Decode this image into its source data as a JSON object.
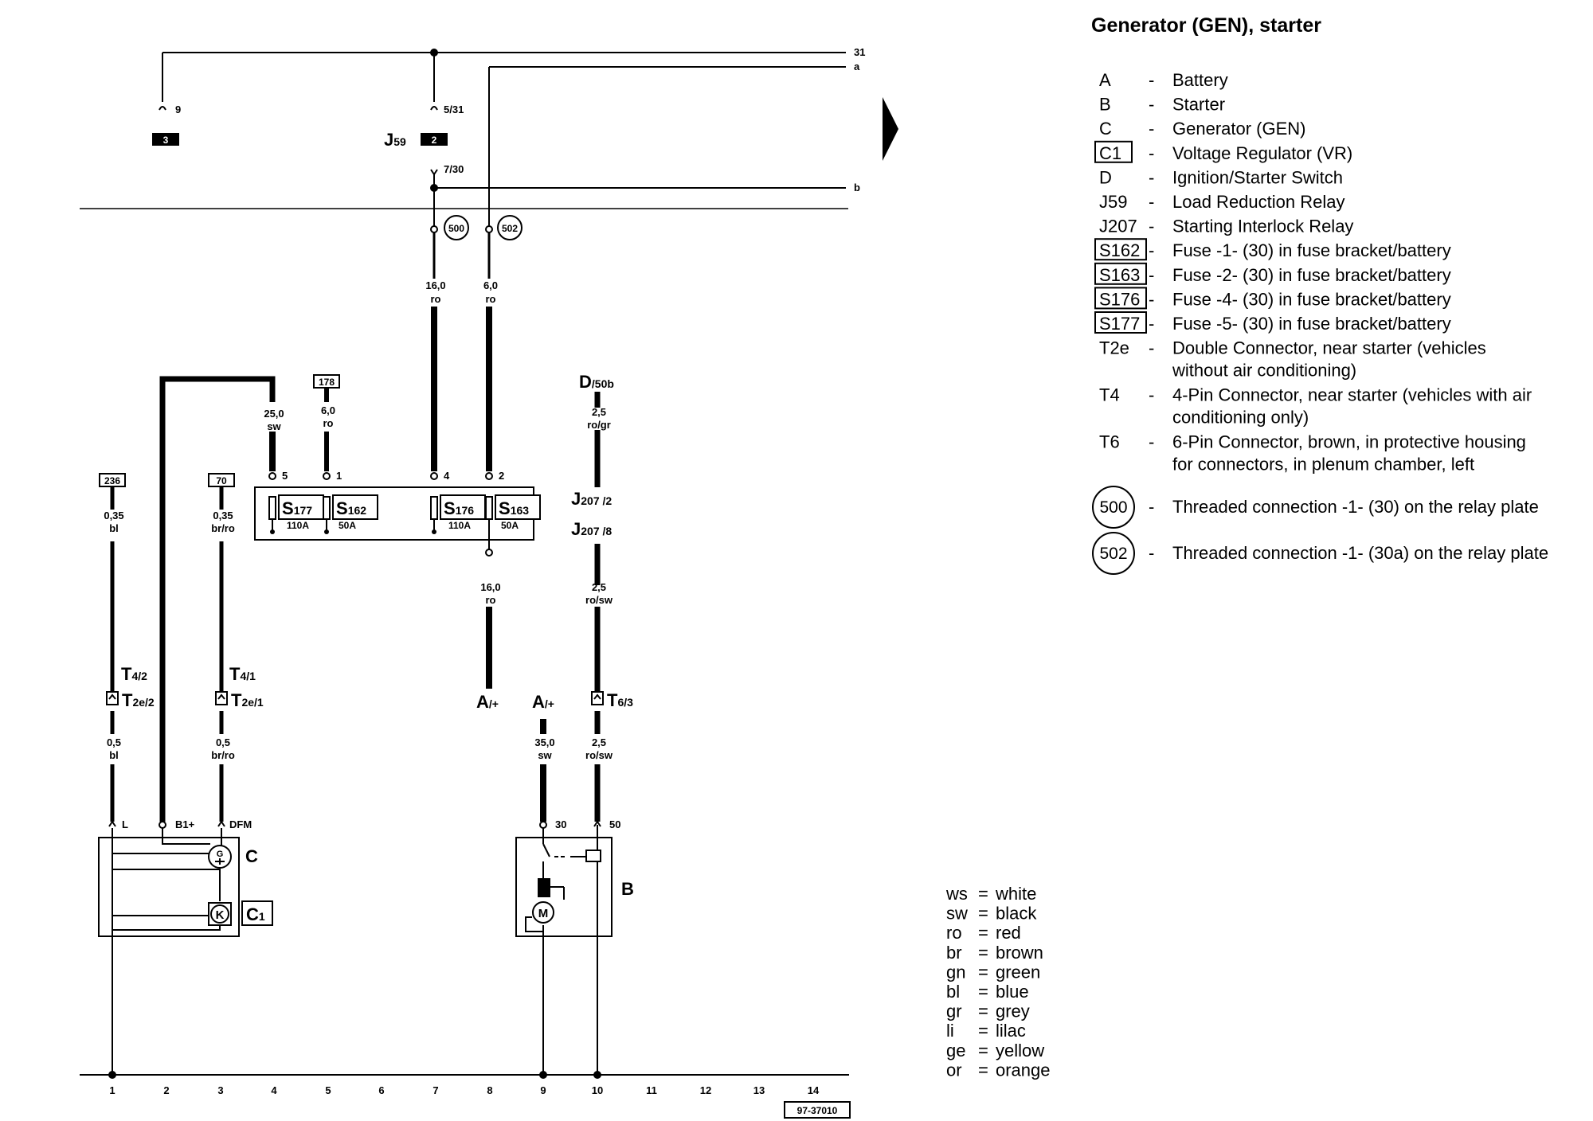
{
  "title": "Generator (GEN), starter",
  "diagram_id": "97-37010",
  "ground_label": "31",
  "rail_labels": {
    "a": "a",
    "b": "b"
  },
  "locations": [
    "1",
    "2",
    "3",
    "4",
    "5",
    "6",
    "7",
    "8",
    "9",
    "10",
    "11",
    "12",
    "13",
    "14"
  ],
  "relay": "J59",
  "relay_pins": {
    "p531": "5/31",
    "p730": "7/30",
    "p9": "9"
  },
  "relay_slots": {
    "s3": "3",
    "s2": "2"
  },
  "threaded": {
    "t500": "500",
    "t502": "502"
  },
  "refs": {
    "r236": "236",
    "r70": "70",
    "r178": "178"
  },
  "fuses": [
    {
      "code": "S",
      "sub": "177",
      "rating": "110A"
    },
    {
      "code": "S",
      "sub": "162",
      "rating": "50A"
    },
    {
      "code": "S",
      "sub": "176",
      "rating": "110A"
    },
    {
      "code": "S",
      "sub": "163",
      "rating": "50A"
    }
  ],
  "fuse_pins": {
    "p5": "5",
    "p1": "1",
    "p4": "4",
    "p2": "2"
  },
  "wires": {
    "w_loc7_top": {
      "size": "16,0",
      "color": "ro"
    },
    "w_loc8_top": {
      "size": "6,0",
      "color": "ro"
    },
    "w_loc4": {
      "size": "25,0",
      "color": "sw"
    },
    "w_loc5": {
      "size": "6,0",
      "color": "ro"
    },
    "w_loc10_top": {
      "size": "2,5",
      "color": "ro/gr"
    },
    "w_loc1_top": {
      "size": "0,35",
      "color": "bl"
    },
    "w_loc3_top": {
      "size": "0,35",
      "color": "br/ro"
    },
    "w_loc8_bot": {
      "size": "16,0",
      "color": "ro"
    },
    "w_loc10_mid": {
      "size": "2,5",
      "color": "ro/sw"
    },
    "w_loc1_bot": {
      "size": "0,5",
      "color": "bl"
    },
    "w_loc3_bot": {
      "size": "0,5",
      "color": "br/ro"
    },
    "w_loc9": {
      "size": "35,0",
      "color": "sw"
    },
    "w_loc10_bot": {
      "size": "2,5",
      "color": "ro/sw"
    }
  },
  "switch_d": {
    "code": "D",
    "sub": "/50b"
  },
  "j207": {
    "code": "J",
    "pin_a": "207 /2",
    "pin_b": "207 /8"
  },
  "connectors": {
    "t42": {
      "code": "T",
      "sub": "4/2"
    },
    "t2e2": {
      "code": "T",
      "sub": "2e/2"
    },
    "t41": {
      "code": "T",
      "sub": "4/1"
    },
    "t2e1": {
      "code": "T",
      "sub": "2e/1"
    },
    "t63": {
      "code": "T",
      "sub": "6/3"
    }
  },
  "battery_label": {
    "code": "A",
    "sub": "/+"
  },
  "gen_pins": {
    "l": "L",
    "b1": "B1+",
    "dfm": "DFM"
  },
  "gen_label": "C",
  "gen_symbol": "G",
  "vr_label": {
    "code": "C",
    "sub": "1"
  },
  "vr_symbol": "K",
  "starter_pins": {
    "p30": "30",
    "p50": "50"
  },
  "starter_label": "B",
  "motor_symbol": "M",
  "legend": [
    {
      "code": "A",
      "boxed": false,
      "desc": "Battery"
    },
    {
      "code": "B",
      "boxed": false,
      "desc": "Starter"
    },
    {
      "code": "C",
      "boxed": false,
      "desc": "Generator (GEN)"
    },
    {
      "code": "C1",
      "boxed": true,
      "desc": "Voltage Regulator (VR)"
    },
    {
      "code": "D",
      "boxed": false,
      "desc": "Ignition/Starter Switch"
    },
    {
      "code": "J59",
      "boxed": false,
      "desc": "Load Reduction Relay"
    },
    {
      "code": "J207",
      "boxed": false,
      "desc": "Starting Interlock Relay"
    },
    {
      "code": "S162",
      "boxed": true,
      "desc": "Fuse -1- (30) in fuse bracket/battery"
    },
    {
      "code": "S163",
      "boxed": true,
      "desc": "Fuse -2- (30) in fuse bracket/battery"
    },
    {
      "code": "S176",
      "boxed": true,
      "desc": "Fuse -4- (30) in fuse bracket/battery"
    },
    {
      "code": "S177",
      "boxed": true,
      "desc": "Fuse -5- (30) in fuse bracket/battery"
    },
    {
      "code": "T2e",
      "boxed": false,
      "desc": "Double Connector, near starter (vehicles",
      "desc2": "without air conditioning)"
    },
    {
      "code": "T4",
      "boxed": false,
      "desc": "4-Pin Connector, near starter (vehicles with air",
      "desc2": "conditioning only)"
    },
    {
      "code": "T6",
      "boxed": false,
      "desc": "6-Pin Connector, brown, in protective housing",
      "desc2": "for connectors, in plenum chamber, left"
    }
  ],
  "legend_threaded": [
    {
      "code": "500",
      "desc": "Threaded connection -1- (30) on the relay plate"
    },
    {
      "code": "502",
      "desc": "Threaded connection -1- (30a) on the relay plate"
    }
  ],
  "color_codes": [
    {
      "abbr": "ws",
      "name": "white"
    },
    {
      "abbr": "sw",
      "name": "black"
    },
    {
      "abbr": "ro",
      "name": "red"
    },
    {
      "abbr": "br",
      "name": "brown"
    },
    {
      "abbr": "gn",
      "name": "green"
    },
    {
      "abbr": "bl",
      "name": "blue"
    },
    {
      "abbr": "gr",
      "name": "grey"
    },
    {
      "abbr": "li",
      "name": "lilac"
    },
    {
      "abbr": "ge",
      "name": "yellow"
    },
    {
      "abbr": "or",
      "name": "orange"
    }
  ]
}
